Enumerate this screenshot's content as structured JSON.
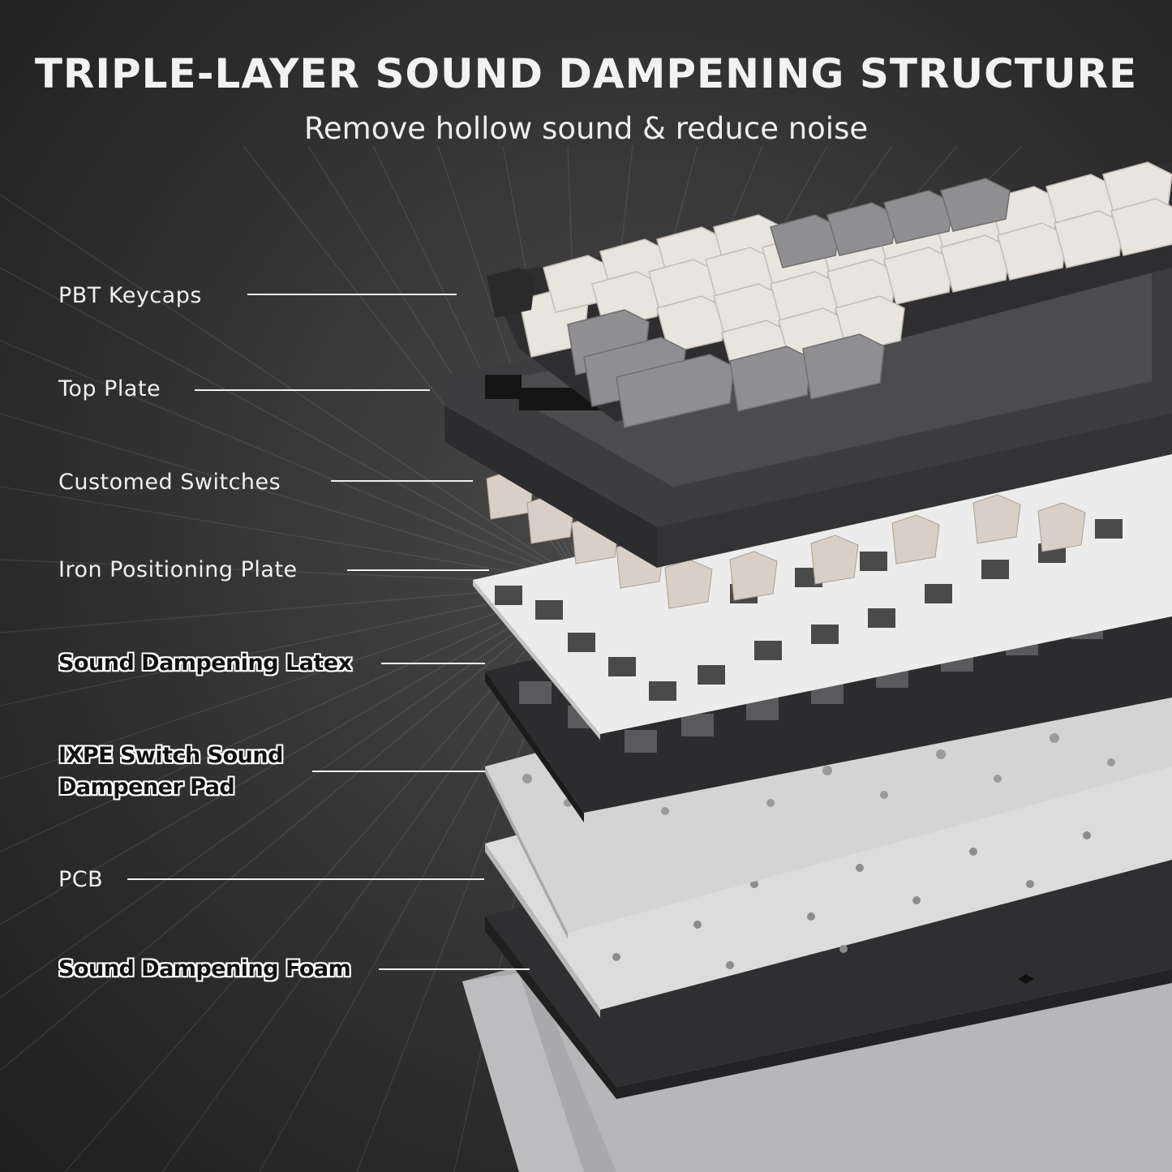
{
  "header": {
    "title": "TRIPLE-LAYER SOUND DAMPENING STRUCTURE",
    "subtitle": "Remove hollow sound & reduce noise"
  },
  "layers": [
    {
      "label": "PBT Keycaps",
      "style": "plain"
    },
    {
      "label": "Top Plate",
      "style": "plain"
    },
    {
      "label": "Customed  Switches",
      "style": "plain"
    },
    {
      "label": "Iron Positioning Plate",
      "style": "plain"
    },
    {
      "label": "Sound Dampening Latex",
      "style": "outlined"
    },
    {
      "label_line1": "IXPE Switch Sound",
      "label_line2": "Dampener Pad",
      "style": "outlined"
    },
    {
      "label": "PCB",
      "style": "plain"
    },
    {
      "label": "Sound Dampening Foam",
      "style": "outlined"
    }
  ],
  "colors": {
    "background_center": "#4a4a4a",
    "background_edge": "#1f1f1f",
    "text": "#f0f0f0",
    "keycap_cream": "#e8e4de",
    "keycap_gray": "#8f8f91",
    "top_plate": "#3c3c3e",
    "switch_housing": "#d9d0c7",
    "iron_plate": "#eeeeee",
    "latex": "#2b2b2b",
    "ixpe_pad": "#d8d8d8",
    "pcb": "#dedede",
    "foam": "#2e2e2e",
    "case": "#a8a8aa"
  }
}
